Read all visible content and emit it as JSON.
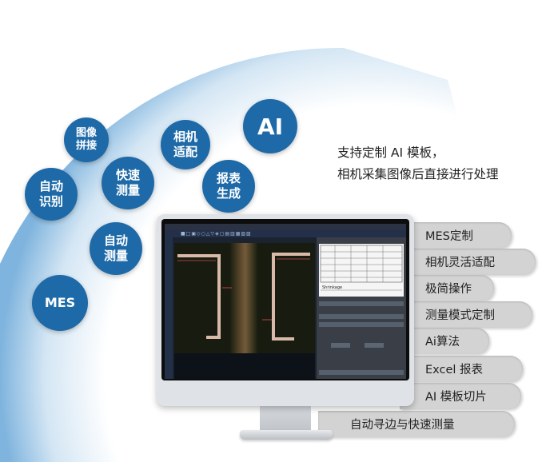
{
  "bubbles": [
    {
      "name": "bubble-image-stitching",
      "text": "图像\n拼接"
    },
    {
      "name": "bubble-camera-adapt",
      "text": "相机\n适配"
    },
    {
      "name": "bubble-ai",
      "text": "AI"
    },
    {
      "name": "bubble-auto-recognize",
      "text": "自动\n识别"
    },
    {
      "name": "bubble-fast-measure",
      "text": "快速\n测量"
    },
    {
      "name": "bubble-report-generate",
      "text": "报表\n生成"
    },
    {
      "name": "bubble-auto-measure",
      "text": "自动\n测量"
    },
    {
      "name": "bubble-mes",
      "text": "MES"
    }
  ],
  "tagline": {
    "line1": "支持定制 AI 模板，",
    "line2": "相机采集图像后直接进行处理"
  },
  "features": [
    "MES定制",
    "相机灵活适配",
    "极简操作",
    "测量模式定制",
    "Ai算法",
    "Excel 报表",
    "AI 模板切片",
    "自动寻边与快速测量"
  ],
  "colors": {
    "bubble": "#1e6aa8",
    "arc_edge": "#3d8fd0",
    "tab": "#d3d3d3"
  },
  "screen": {
    "caption": "Shrinkage"
  }
}
